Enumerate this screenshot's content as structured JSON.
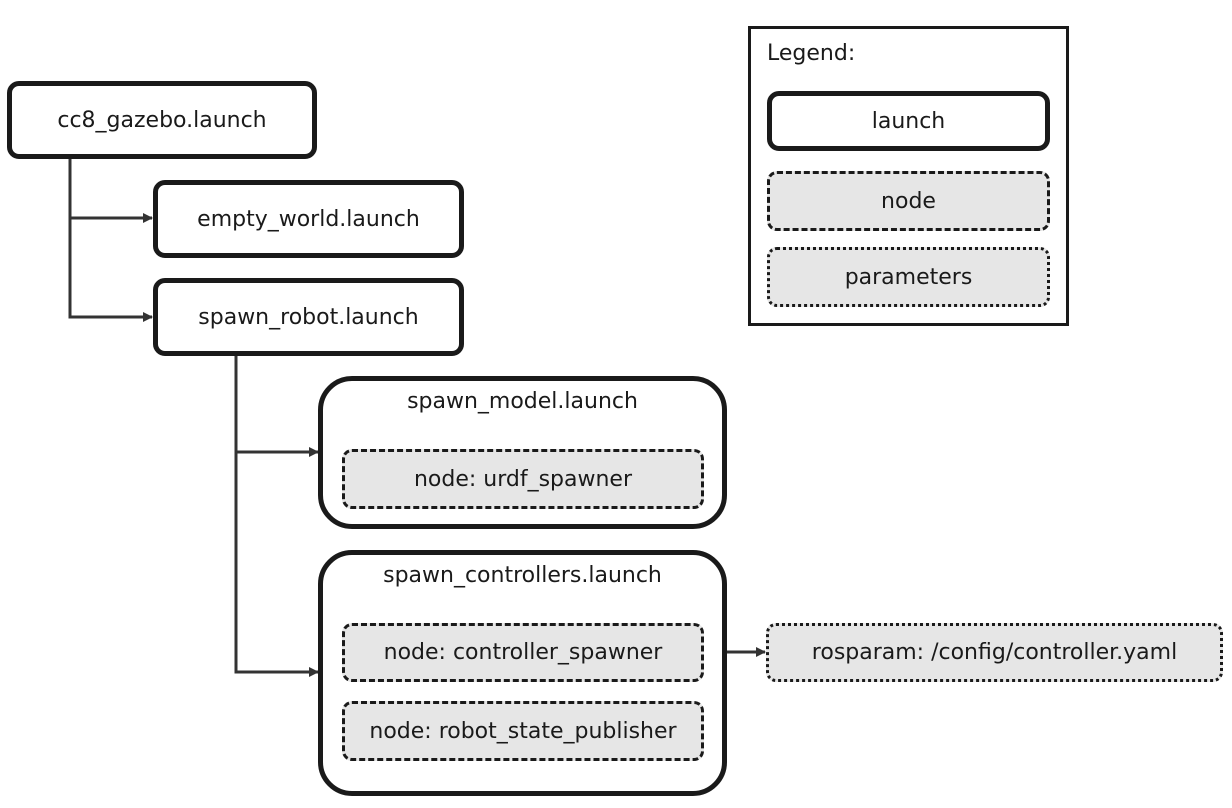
{
  "legend": {
    "title": "Legend:",
    "launch_label": "launch",
    "node_label": "node",
    "parameters_label": "parameters"
  },
  "launch_files": {
    "cc8_gazebo": "cc8_gazebo.launch",
    "empty_world": "empty_world.launch",
    "spawn_robot": "spawn_robot.launch",
    "spawn_model": "spawn_model.launch",
    "spawn_controllers": "spawn_controllers.launch"
  },
  "nodes": {
    "urdf_spawner": "node:  urdf_spawner",
    "controller_spawner": "node:  controller_spawner",
    "robot_state_publisher": "node:  robot_state_publisher"
  },
  "parameters": {
    "controller_yaml": "rosparam:  /config/controller.yaml"
  },
  "colors": {
    "stroke": "#1a1a1a",
    "connector": "#333333",
    "fill_node": "#e6e6e6",
    "fill_launch": "#ffffff"
  }
}
